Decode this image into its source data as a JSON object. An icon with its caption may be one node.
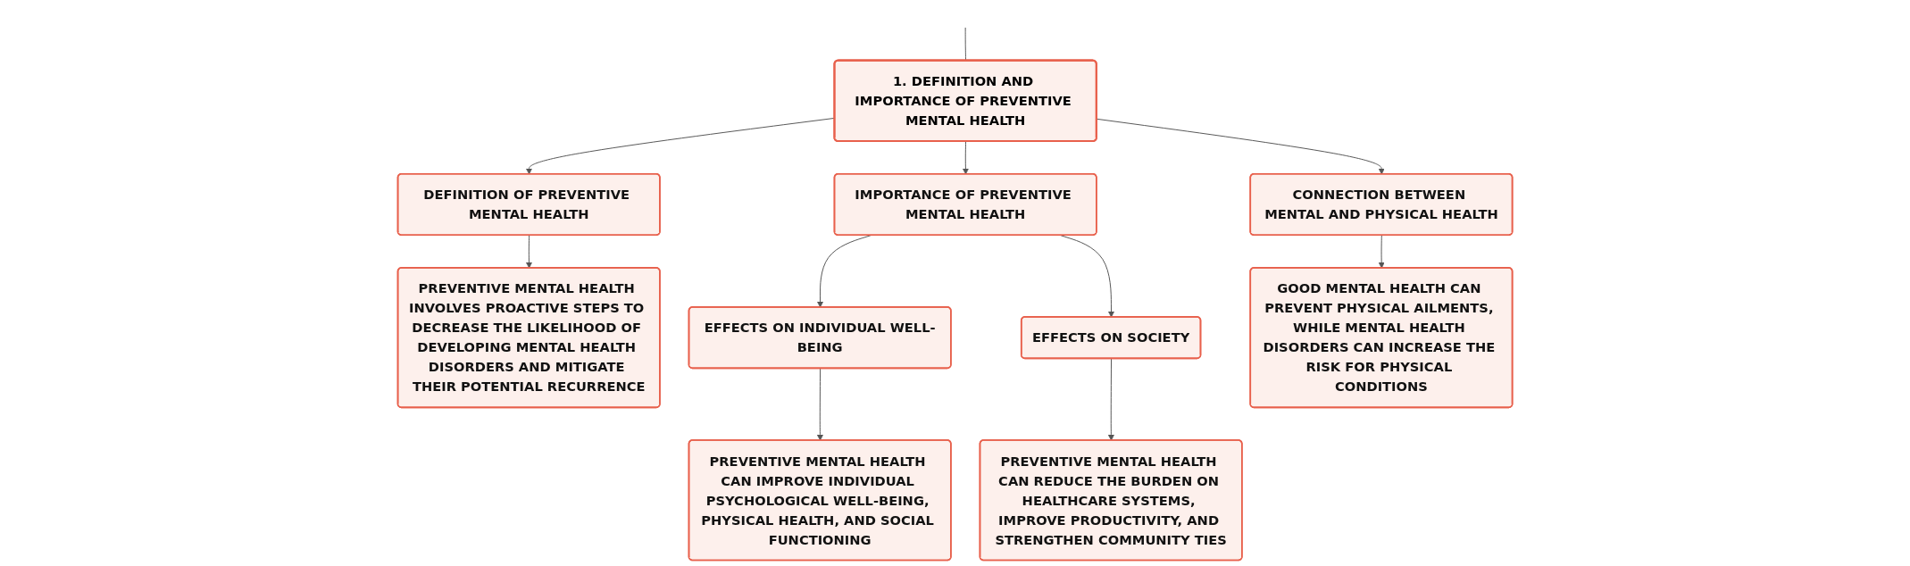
{
  "diagram": {
    "nodes": [
      {
        "text": [
          "1. DEFINITION AND IMPORTANCE OF PREVENTIVE MENTAL HEALTH"
        ]
      },
      {
        "text": [
          "DEFINITION OF PREVENTIVE MENTAL HEALTH"
        ]
      },
      {
        "text": [
          "IMPORTANCE OF PREVENTIVE MENTAL HEALTH"
        ]
      },
      {
        "text": [
          "CONNECTION BETWEEN MENTAL AND PHYSICAL HEALTH"
        ]
      },
      {
        "text": [
          "PREVENTIVE MENTAL HEALTH INVOLVES PROACTIVE STEPS TO DECREASE THE LIKELIHOOD OF DEVELOPING MENTAL HEALTH DISORDERS AND MITIGATE THEIR POTENTIAL RECURRENCE"
        ]
      },
      {
        "text": [
          "EFFECTS ON INDIVIDUAL WELL-BEING"
        ]
      },
      {
        "text": [
          "EFFECTS ON SOCIETY"
        ]
      },
      {
        "text": [
          "PREVENTIVE MENTAL HEALTH CAN IMPROVE INDIVIDUAL PSYCHOLOGICAL WELL-BEING, PHYSICAL HEALTH, AND SOCIAL FUNCTIONING"
        ]
      },
      {
        "text": [
          "PREVENTIVE MENTAL HEALTH CAN REDUCE THE BURDEN ON HEALTHCARE SYSTEMS, IMPROVE PRODUCTIVITY, AND STRENGTHEN COMMUNITY TIES"
        ]
      },
      {
        "text": [
          "GOOD MENTAL HEALTH CAN PREVENT PHYSICAL AILMENTS, WHILE MENTAL HEALTH DISORDERS CAN INCREASE THE RISK FOR PHYSICAL CONDITIONS"
        ]
      }
    ],
    "edges": [
      {
        "from": null,
        "to": 0,
        "arrow": "none"
      },
      {
        "from": 0,
        "to": 1,
        "arrow": "to"
      },
      {
        "from": 0,
        "to": 2,
        "arrow": "to"
      },
      {
        "from": 0,
        "to": 3,
        "arrow": "to"
      },
      {
        "from": 1,
        "to": 4,
        "arrow": "to"
      },
      {
        "from": 2,
        "to": 5,
        "arrow": "to"
      },
      {
        "from": 2,
        "to": 6,
        "arrow": "to"
      },
      {
        "from": 5,
        "to": 7,
        "arrow": "to"
      },
      {
        "from": 6,
        "to": 8,
        "arrow": "to"
      },
      {
        "from": 3,
        "to": 9,
        "arrow": "to"
      }
    ]
  }
}
